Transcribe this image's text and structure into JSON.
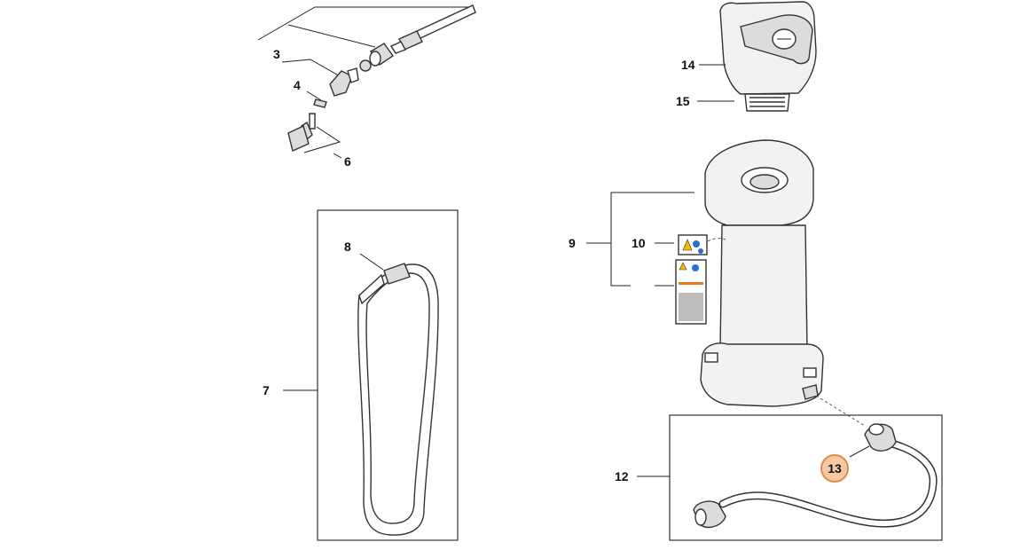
{
  "callouts": {
    "c3": "3",
    "c4": "4",
    "c6": "6",
    "c7": "7",
    "c8": "8",
    "c9": "9",
    "c10": "10",
    "c12": "12",
    "c13": "13",
    "c14": "14",
    "c15": "15"
  },
  "highlighted_callout": "13",
  "colors": {
    "highlight_fill": "#f6c9a4",
    "highlight_stroke": "#e28a4e",
    "line": "#222222",
    "part_gray": "#dcdcdc"
  }
}
